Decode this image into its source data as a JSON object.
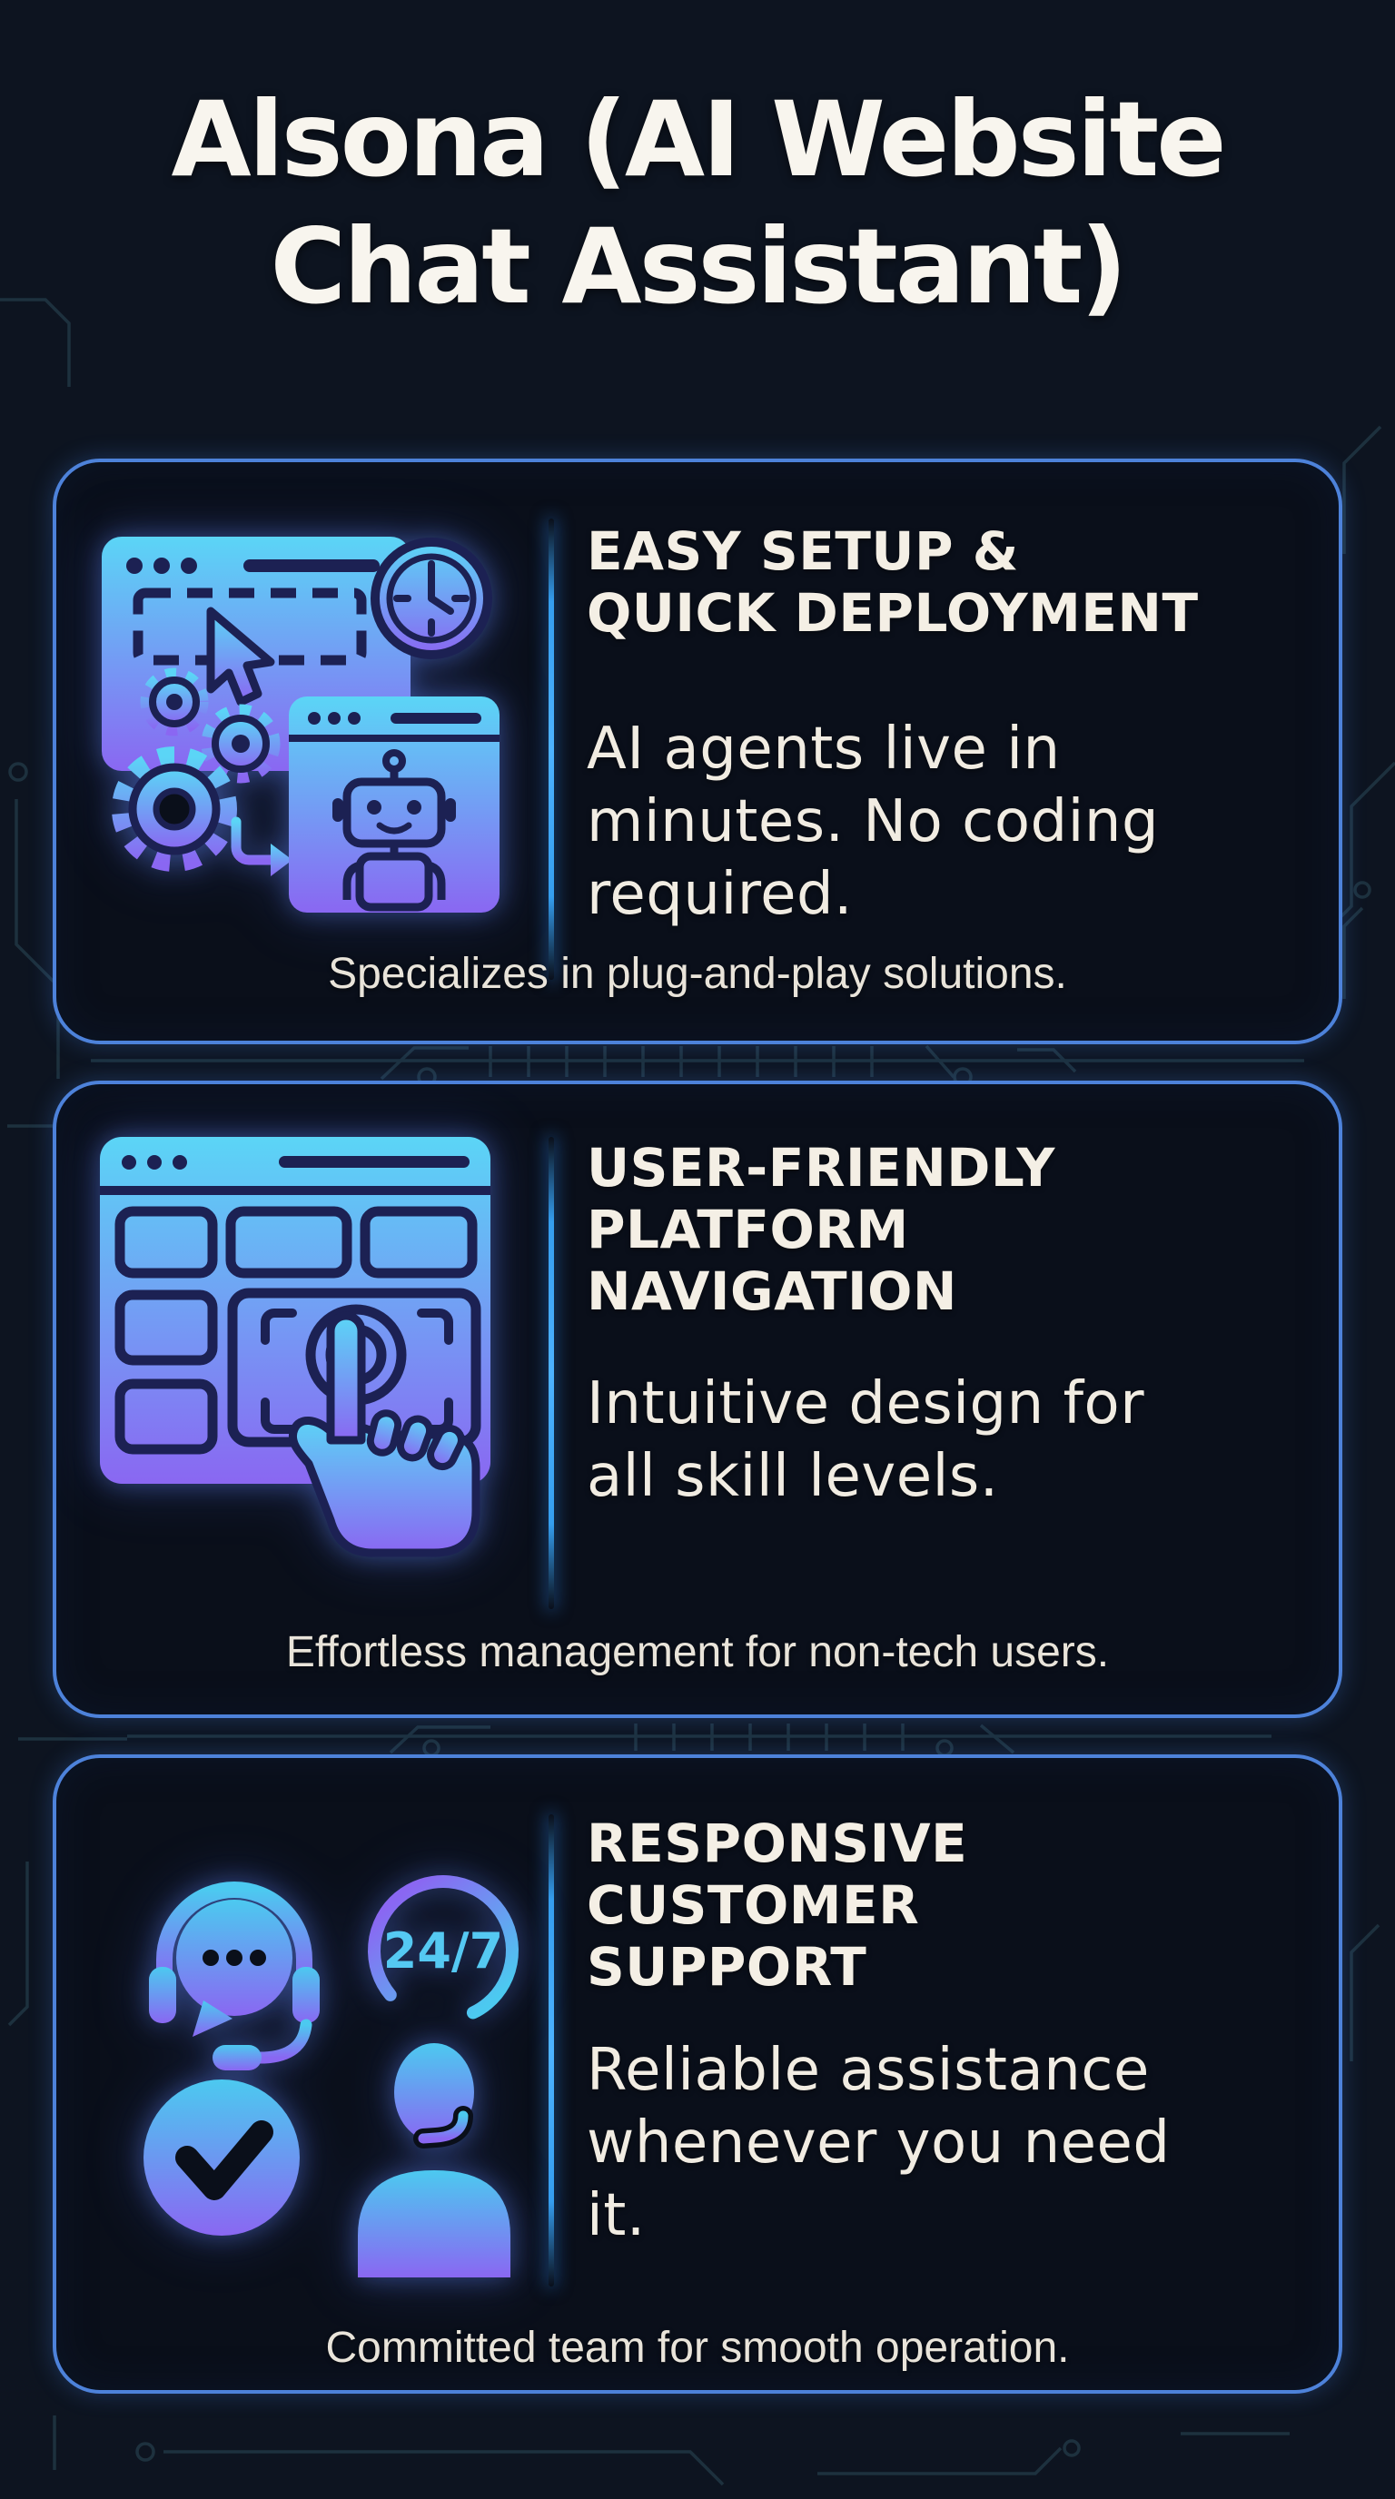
{
  "title_lines": [
    "Alsona (AI Website",
    "Chat Assistant)"
  ],
  "cards": [
    {
      "id": "easy-setup",
      "icon": "setup-deployment-icon",
      "heading_lines": [
        "EASY SETUP &",
        "QUICK DEPLOYMENT"
      ],
      "body_lines": [
        "AI agents live in",
        "minutes. No coding",
        "required."
      ],
      "caption": "Specializes in plug-and-play solutions."
    },
    {
      "id": "user-friendly",
      "icon": "platform-navigation-icon",
      "heading_lines": [
        "USER-FRIENDLY",
        "PLATFORM",
        "NAVIGATION"
      ],
      "body_lines": [
        "Intuitive design for",
        "all skill levels."
      ],
      "caption": "Effortless management for non-tech users."
    },
    {
      "id": "responsive-support",
      "icon": "customer-support-icon",
      "badge": "24/7",
      "heading_lines": [
        "RESPONSIVE",
        "CUSTOMER",
        "SUPPORT"
      ],
      "body_lines": [
        "Reliable assistance",
        "whenever you need",
        "it."
      ],
      "caption": "Committed team for smooth operation."
    }
  ],
  "colors": {
    "page_bg": "#0d1420",
    "card_bg": "#0a0f1a",
    "card_border": "#4d82da",
    "divider_blue": "#2d9cf4",
    "icon_gradient_top": "#5bd5f6",
    "icon_gradient_bottom": "#8a67f2",
    "icon_linework": "#1c2153",
    "title_text": "#f8f5ee",
    "heading_text": "#f4efe5",
    "body_text": "#f1ece2",
    "caption_text": "#e9e4da",
    "circuit_trace": "#41707f"
  }
}
